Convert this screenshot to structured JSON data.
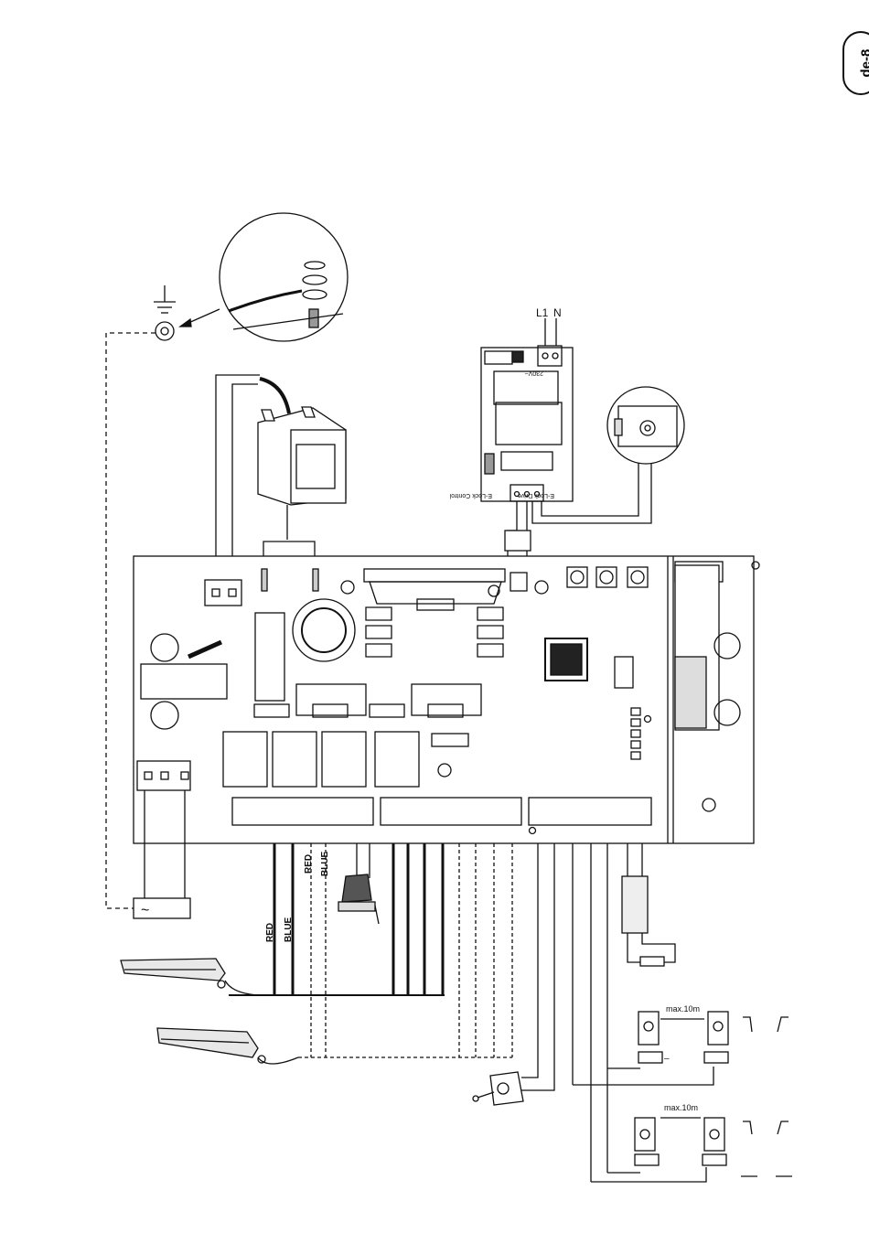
{
  "page": {
    "badge": "de-8"
  },
  "mains": {
    "l1": "L1",
    "n": "N"
  },
  "elock_module": {
    "label_voltage": "230V~",
    "label_control": "E-Lock Control",
    "label_drive": "E-Lock Drive"
  },
  "wires": {
    "red": "RED",
    "blue": "BLUE",
    "red2": "RED",
    "blue2": "BLUE"
  },
  "transformer_terminal": {
    "symbol": "~"
  },
  "photocells": {
    "distance_top": "max.10m",
    "distance_bottom": "max.10m",
    "minus_sign": "–"
  },
  "colors": {
    "line": "#111111",
    "fill_light": "#e8e8e8",
    "fill_dark": "#555555"
  }
}
